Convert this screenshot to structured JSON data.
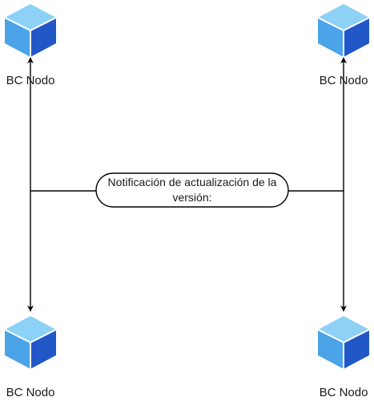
{
  "nodes": [
    {
      "id": "top-left",
      "label": "BC Nodo"
    },
    {
      "id": "top-right",
      "label": "BC Nodo"
    },
    {
      "id": "bottom-left",
      "label": "BC Nodo"
    },
    {
      "id": "bottom-right",
      "label": "BC Nodo"
    }
  ],
  "message": {
    "text": "Notificación de actualización de la versión:"
  },
  "colors": {
    "cube_top": "#8ed1f7",
    "cube_left": "#4ba3e8",
    "cube_right": "#2257c8",
    "cube_edge": "#ffffff",
    "line": "#000000"
  }
}
